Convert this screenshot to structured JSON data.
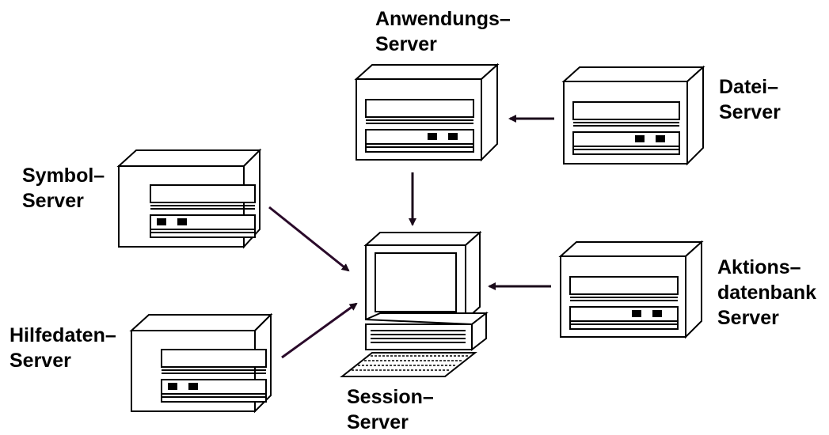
{
  "labels": {
    "anwendungs": [
      "Anwendungs–",
      "Server"
    ],
    "datei": [
      "Datei–",
      "Server"
    ],
    "symbol": [
      "Symbol–",
      "Server"
    ],
    "hilfedaten": [
      "Hilfedaten–",
      "Server"
    ],
    "aktions": [
      "Aktions–",
      "datenbank",
      "Server"
    ],
    "session": [
      "Session–",
      "Server"
    ]
  },
  "colors": {
    "line": "#000000",
    "background": "#ffffff",
    "arrow": "#2a0a2a"
  }
}
